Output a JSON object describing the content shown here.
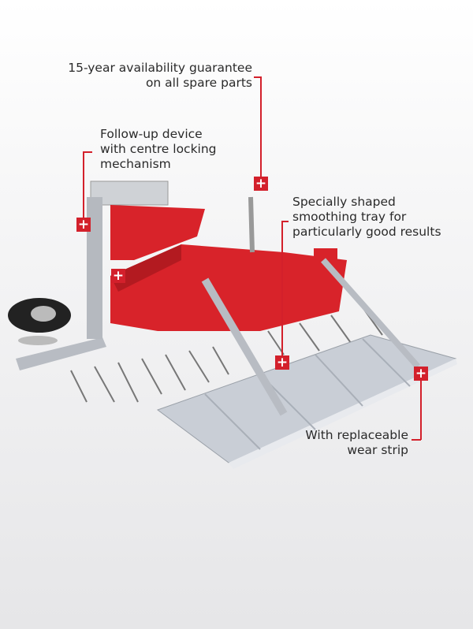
{
  "annotations": [
    {
      "id": "spare-parts",
      "lines": [
        "15-year availability guarantee",
        "on all spare parts"
      ]
    },
    {
      "id": "follow-up-device",
      "lines": [
        "Follow-up device",
        "with centre locking",
        "mechanism"
      ]
    },
    {
      "id": "smoothing-tray",
      "lines": [
        "Specially shaped",
        "smoothing tray for",
        "particularly good results"
      ]
    },
    {
      "id": "wear-strip",
      "lines": [
        "With replaceable",
        "wear strip"
      ]
    }
  ],
  "marker_symbol": "+",
  "colors": {
    "accent": "#d3202b",
    "machine_red": "#d8232a",
    "steel": "#c9ced6"
  }
}
